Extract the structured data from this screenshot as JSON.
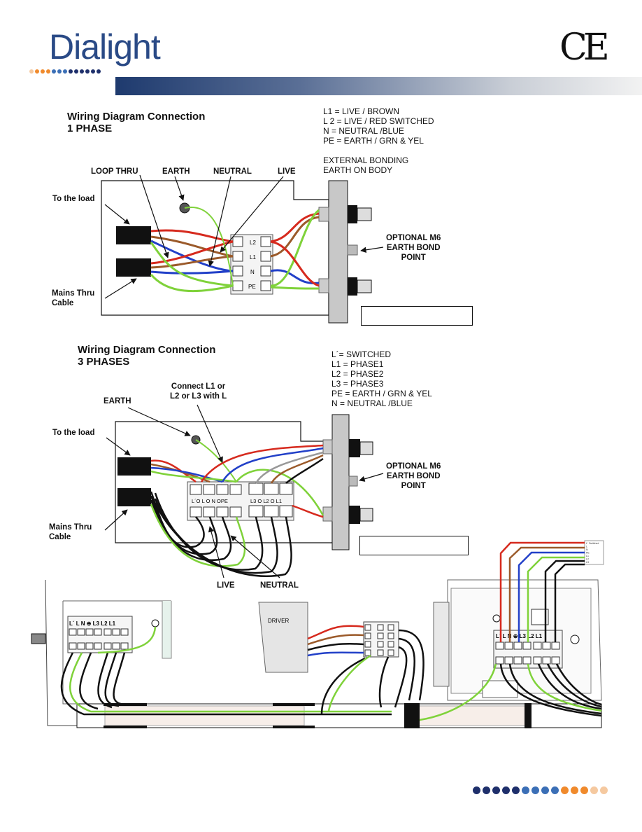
{
  "header": {
    "logo_text": "Dialight",
    "ce_mark": "CE"
  },
  "colors": {
    "brand_dark": "#1e3a6e",
    "brand_mid": "#3b6fb6",
    "brand_orange": "#f08a2c",
    "brand_peach": "#f5c9a0"
  },
  "diagram1": {
    "title_line1": "Wiring Diagram Connection",
    "title_line2": "1 PHASE",
    "legend": [
      "L1 = LIVE / BROWN",
      "L 2 = LIVE / RED SWITCHED",
      "N = NEUTRAL /BLUE",
      "PE = EARTH / GRN & YEL"
    ],
    "bonding_line1": "EXTERNAL BONDING",
    "bonding_line2": "EARTH ON BODY",
    "labels": {
      "loop_thru": "LOOP THRU",
      "earth": "EARTH",
      "neutral": "NEUTRAL",
      "live": "LIVE",
      "to_load": "To the load",
      "mains_line1": "Mains Thru",
      "mains_line2": "Cable",
      "optional_line1": "OPTIONAL M6",
      "optional_line2": "EARTH BOND",
      "optional_line3": "POINT"
    },
    "terminals": [
      "L2",
      "L1",
      "N",
      "PE"
    ]
  },
  "diagram2": {
    "title_line1": "Wiring Diagram Connection",
    "title_line2": "3 PHASES",
    "legend": [
      "L´= SWITCHED",
      "L1 = PHASE1",
      "L2 = PHASE2",
      "L3 = PHASE3",
      "PE = EARTH / GRN & YEL",
      "N = NEUTRAL /BLUE"
    ],
    "labels": {
      "earth": "EARTH",
      "connect_line1": "Connect L1 or",
      "connect_line2": "L2 or L3 with L",
      "to_load": "To the load",
      "mains_line1": "Mains Thru",
      "mains_line2": "Cable",
      "optional_line1": "OPTIONAL M6",
      "optional_line2": "EARTH BOND",
      "optional_line3": "POINT",
      "live": "LIVE",
      "neutral": "NEUTRAL"
    },
    "terminals_left": "L´O L O N OPE",
    "terminals_right": "L3 O L2 O L1"
  },
  "diagram3": {
    "left_terminals": "L´  L  N  ⊕  L3 L2 L1",
    "driver_label": "DRIVER",
    "right_terminals": "L´  L  N  ⊕  L3 L2 L1",
    "mini_legend": [
      "L´ Switched",
      "L",
      "N",
      "PE",
      "L1",
      "L2",
      "L3"
    ]
  },
  "footer": {
    "dot_colors": [
      "#1e2f6b",
      "#1e2f6b",
      "#1e2f6b",
      "#1e2f6b",
      "#1e2f6b",
      "#3b6fb6",
      "#3b6fb6",
      "#3b6fb6",
      "#3b6fb6",
      "#f08a2c",
      "#f08a2c",
      "#f08a2c",
      "#f5c9a0",
      "#f5c9a0"
    ]
  }
}
